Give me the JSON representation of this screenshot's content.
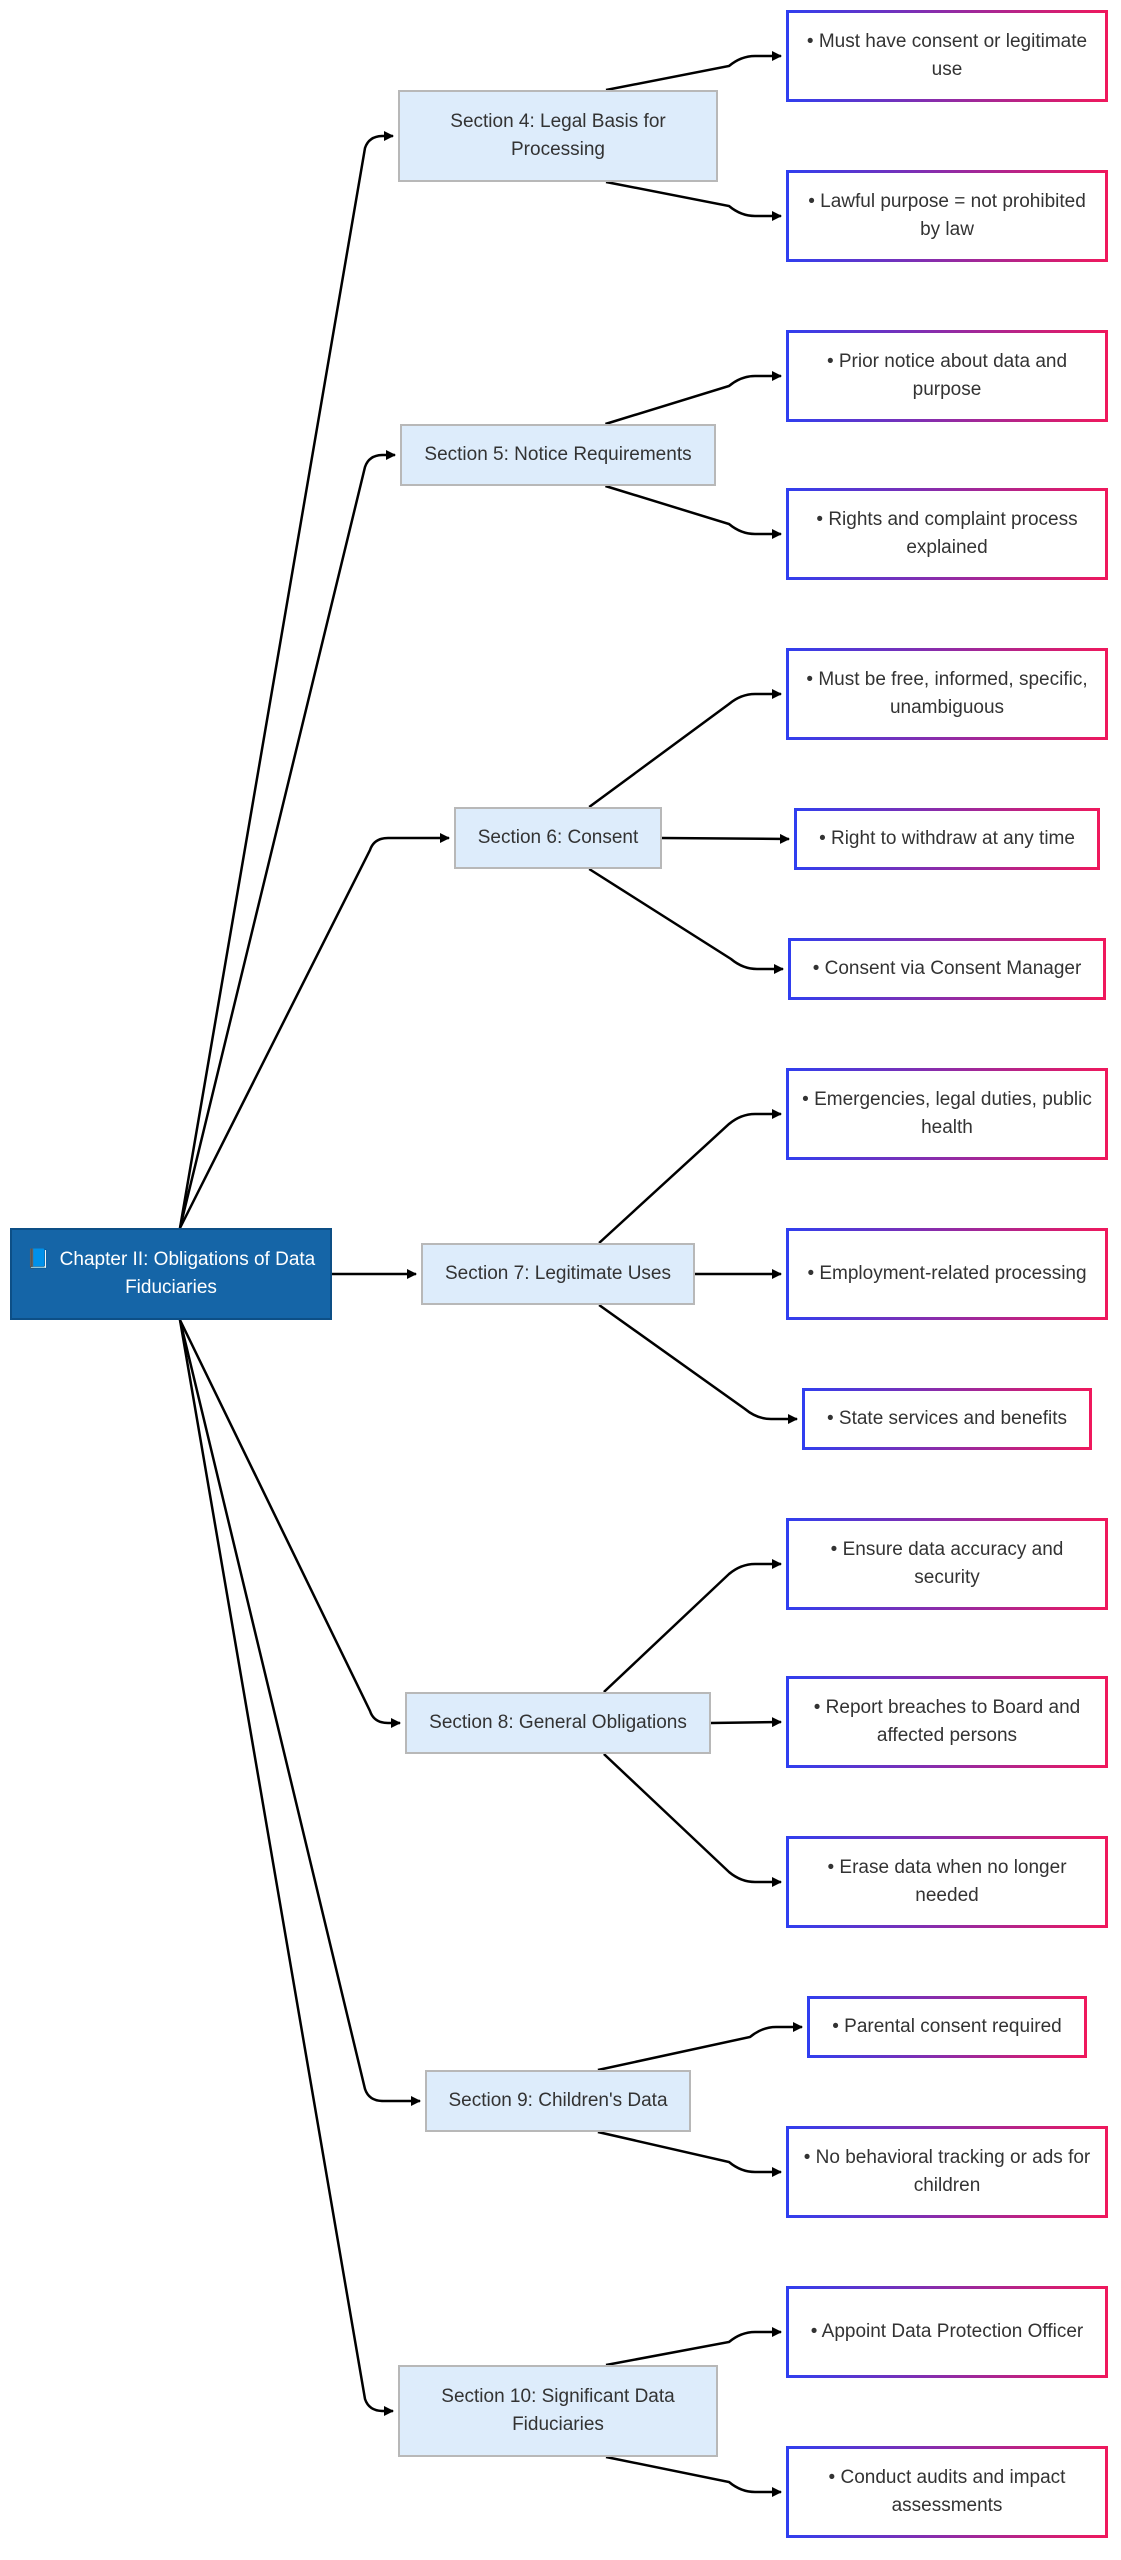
{
  "diagram": {
    "root": {
      "icon": "book-icon",
      "icon_glyph": "📘",
      "label": "Chapter II: Obligations of Data Fiduciaries"
    },
    "sections": [
      {
        "label": "Section 4: Legal Basis for Processing",
        "items": [
          "• Must have consent or legitimate use",
          "• Lawful purpose = not prohibited by law"
        ]
      },
      {
        "label": "Section 5: Notice Requirements",
        "items": [
          "• Prior notice about data and purpose",
          "• Rights and complaint process explained"
        ]
      },
      {
        "label": "Section 6: Consent",
        "items": [
          "• Must be free, informed, specific, unambiguous",
          "• Right to withdraw at any time",
          "• Consent via Consent Manager"
        ]
      },
      {
        "label": "Section 7: Legitimate Uses",
        "items": [
          "• Emergencies, legal duties, public health",
          "• Employment-related processing",
          "• State services and benefits"
        ]
      },
      {
        "label": "Section 8: General Obligations",
        "items": [
          "• Ensure data accuracy and security",
          "• Report breaches to Board and affected persons",
          "• Erase data when no longer needed"
        ]
      },
      {
        "label": "Section 9: Children's Data",
        "items": [
          "• Parental consent required",
          "• No behavioral tracking or ads for children"
        ]
      },
      {
        "label": "Section 10: Significant Data Fiduciaries",
        "items": [
          "• Appoint Data Protection Officer",
          "• Conduct audits and impact assessments"
        ]
      }
    ],
    "colors": {
      "root_fill": "#1565a7",
      "section_fill": "#ddecfb",
      "leaf_border_start": "#2f3ff0",
      "leaf_border_end": "#f0185c",
      "edge": "#000000"
    }
  }
}
